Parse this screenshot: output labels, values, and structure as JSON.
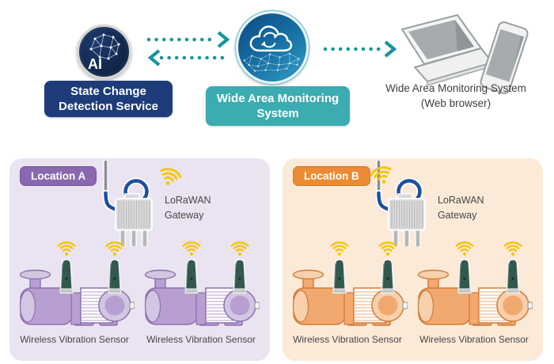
{
  "header": {
    "ai_badge": "AI",
    "state_change_service": "State Change Detection Service",
    "monitoring_system": "Wide Area Monitoring System",
    "web_viewer_line1": "Wide Area Monitoring System",
    "web_viewer_line2": "(Web browser)"
  },
  "locations": [
    {
      "badge": "Location A",
      "gateway_line1": "LoRaWAN",
      "gateway_line2": "Gateway",
      "sensor1_label": "Wireless Vibration Sensor",
      "sensor2_label": "Wireless Vibration Sensor"
    },
    {
      "badge": "Location B",
      "gateway_line1": "LoRaWAN",
      "gateway_line2": "Gateway",
      "sensor1_label": "Wireless Vibration Sensor",
      "sensor2_label": "Wireless Vibration Sensor"
    }
  ],
  "icons": {
    "ai-brain-icon": "navy circle with white neural-network mesh and AI letters",
    "cloud-sync-icon": "blue circle with white cloud outline and circular sync arrows over a network mesh",
    "laptop-icon": "gray outlined laptop in perspective",
    "smartphone-icon": "gray outlined tilted smartphone",
    "wifi-icon": "yellow wireless signal arcs with dot",
    "lorawan-gateway-icon": "gray ribbed gateway box with antenna and blue cable loop",
    "pump-motor-icon": "industrial pump with motor, flange and shaft",
    "vibration-sensor-icon": "dark green wireless vibration sensor stick",
    "dotted-arrow-icon": "teal dotted arrow with chevron head"
  },
  "colors": {
    "arrow_teal": "#17959c",
    "navy_box": "#1e3c7a",
    "teal_box": "#3bacb1",
    "badge_purple": "#8a68ae",
    "badge_orange": "#ec8b33",
    "panel_a_bg": "#eae4f2",
    "panel_b_bg": "#fcead9",
    "wifi_yellow": "#f6c40d",
    "cable_blue": "#1d4f9e",
    "pump_purple": "#b7a0d1",
    "pump_orange": "#f2a96f",
    "sensor_green": "#33594f",
    "label_text": "#474747"
  }
}
